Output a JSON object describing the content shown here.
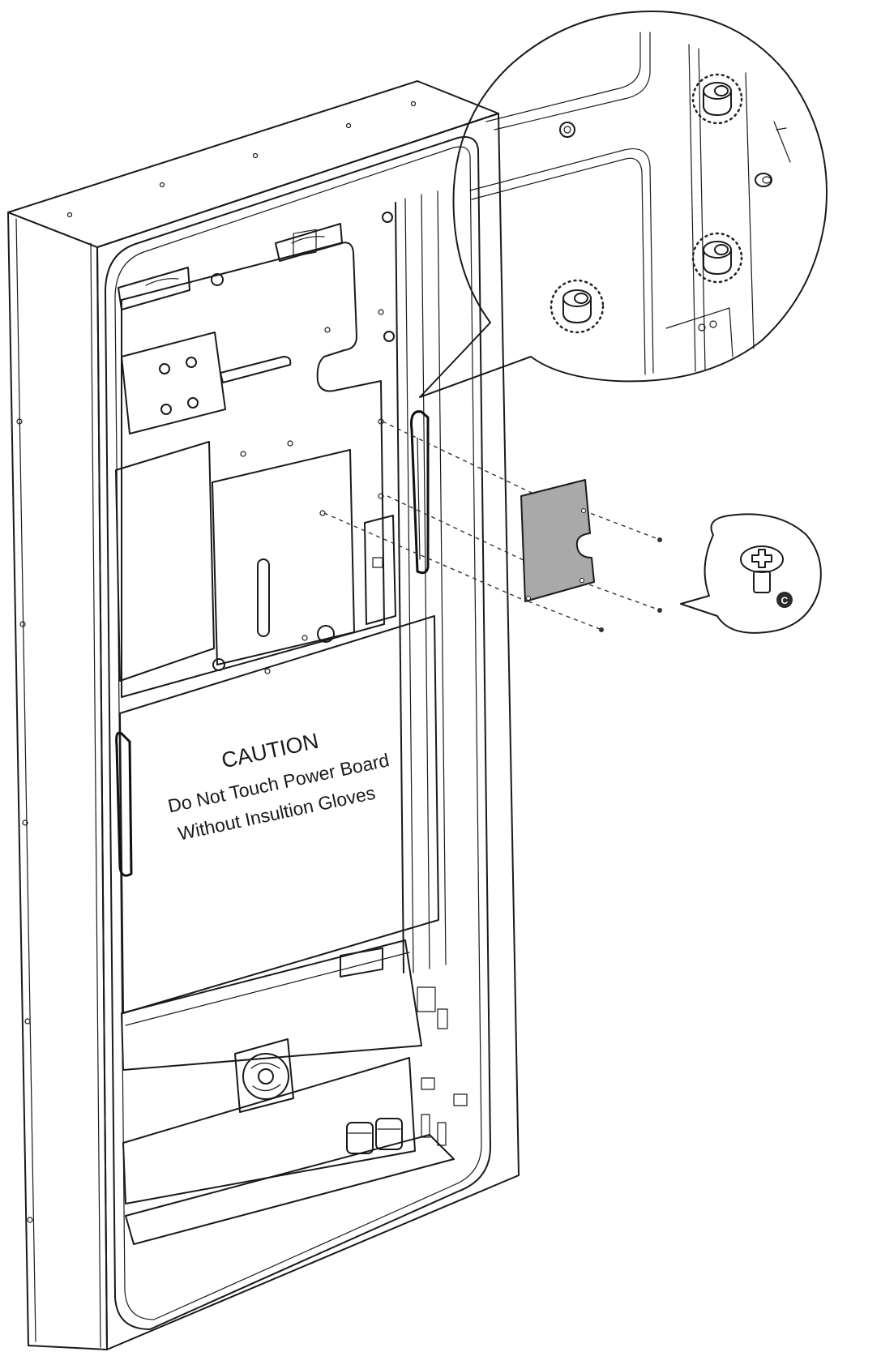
{
  "caution_label": {
    "title": "CAUTION",
    "line1": "Do Not Touch Power Board",
    "line2": "Without Insultion Gloves"
  },
  "screw_callout": {
    "badge": "C"
  },
  "colors": {
    "line": "#1a1a1a",
    "cover_plate_fill": "#a9a9a9",
    "badge_fill": "#2b2b2b",
    "background": "#ffffff"
  }
}
